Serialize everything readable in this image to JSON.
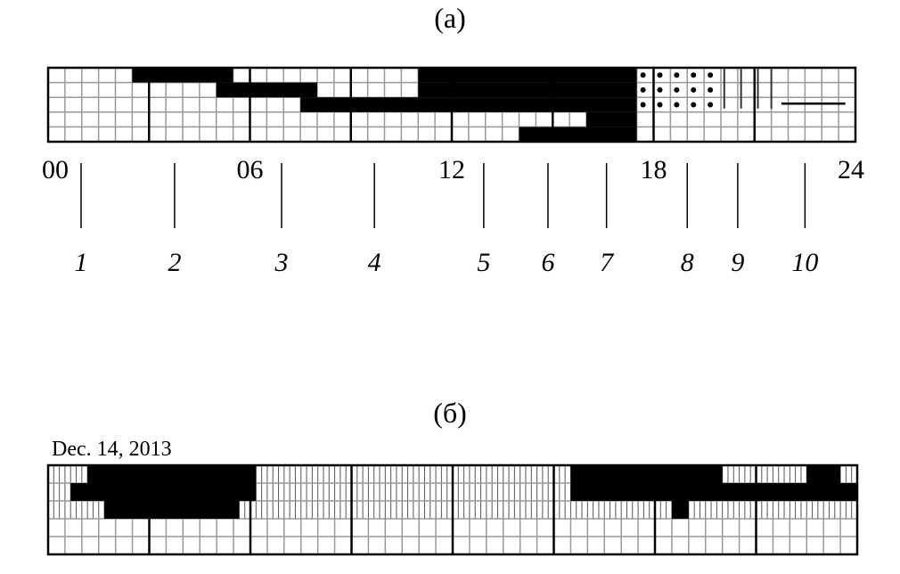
{
  "panel_a": {
    "title": "(а)",
    "axis_labels": [
      {
        "hour": 0,
        "text": "00"
      },
      {
        "hour": 6,
        "text": "06"
      },
      {
        "hour": 12,
        "text": "12"
      },
      {
        "hour": 18,
        "text": "18"
      },
      {
        "hour": 24,
        "text": "24"
      }
    ],
    "markers": [
      {
        "hour": 0.98,
        "label": "1"
      },
      {
        "hour": 3.76,
        "label": "2"
      },
      {
        "hour": 6.94,
        "label": "3"
      },
      {
        "hour": 9.7,
        "label": "4"
      },
      {
        "hour": 12.95,
        "label": "5"
      },
      {
        "hour": 14.86,
        "label": "6"
      },
      {
        "hour": 16.6,
        "label": "7"
      },
      {
        "hour": 19.0,
        "label": "8"
      },
      {
        "hour": 20.5,
        "label": "9"
      },
      {
        "hour": 22.5,
        "label": "10"
      }
    ],
    "rows": 5,
    "cell_hours": 0.5,
    "block_hours": 3,
    "black": [
      [
        [
          2.5,
          5.5
        ],
        [
          11,
          17.5
        ]
      ],
      [
        [
          5,
          8
        ],
        [
          11,
          17.5
        ]
      ],
      [
        [
          7.5,
          17.5
        ]
      ],
      [
        [
          16,
          17.5
        ]
      ],
      [
        [
          14,
          17.5
        ]
      ]
    ],
    "dots": {
      "from": 17.5,
      "to": 20,
      "rows": [
        0,
        1,
        2
      ]
    },
    "vertical_marks": {
      "hours": [
        20.1,
        20.6,
        21.1,
        21.5
      ],
      "rows": [
        0,
        2
      ]
    },
    "horizontal_mark": {
      "from": 21.8,
      "to": 23.7,
      "row": 2
    }
  },
  "panel_b": {
    "title": "(б)",
    "date": "Dec. 14, 2013",
    "rows": 5,
    "fine_rows": 3,
    "fine_cell_hours": 0.1667,
    "cell_hours": 0.5,
    "block_hours": 3,
    "black": [
      [
        [
          1.167,
          6.167
        ],
        [
          15.5,
          20
        ],
        [
          22.5,
          23.5
        ]
      ],
      [
        [
          0.667,
          6.167
        ],
        [
          15.5,
          24
        ]
      ],
      [
        [
          1.667,
          5.667
        ],
        [
          18.5,
          19
        ]
      ],
      [],
      []
    ]
  }
}
